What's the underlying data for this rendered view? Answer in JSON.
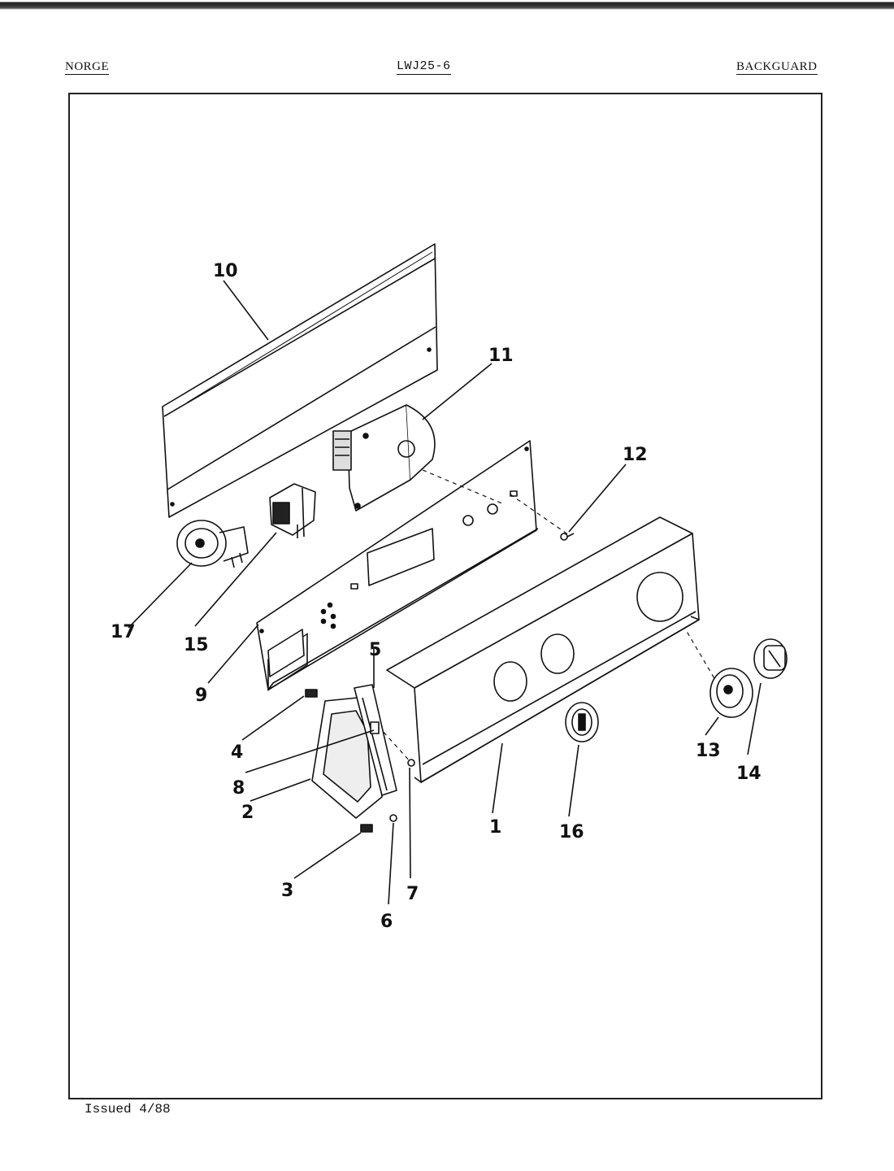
{
  "header": {
    "brand": "NORGE",
    "model": "LWJ25-6",
    "section": "BACKGUARD"
  },
  "footer": {
    "issued": "Issued 4/88"
  },
  "diagram": {
    "callouts": [
      "1",
      "2",
      "3",
      "4",
      "5",
      "6",
      "7",
      "8",
      "9",
      "10",
      "11",
      "12",
      "13",
      "14",
      "15",
      "16",
      "17"
    ]
  }
}
